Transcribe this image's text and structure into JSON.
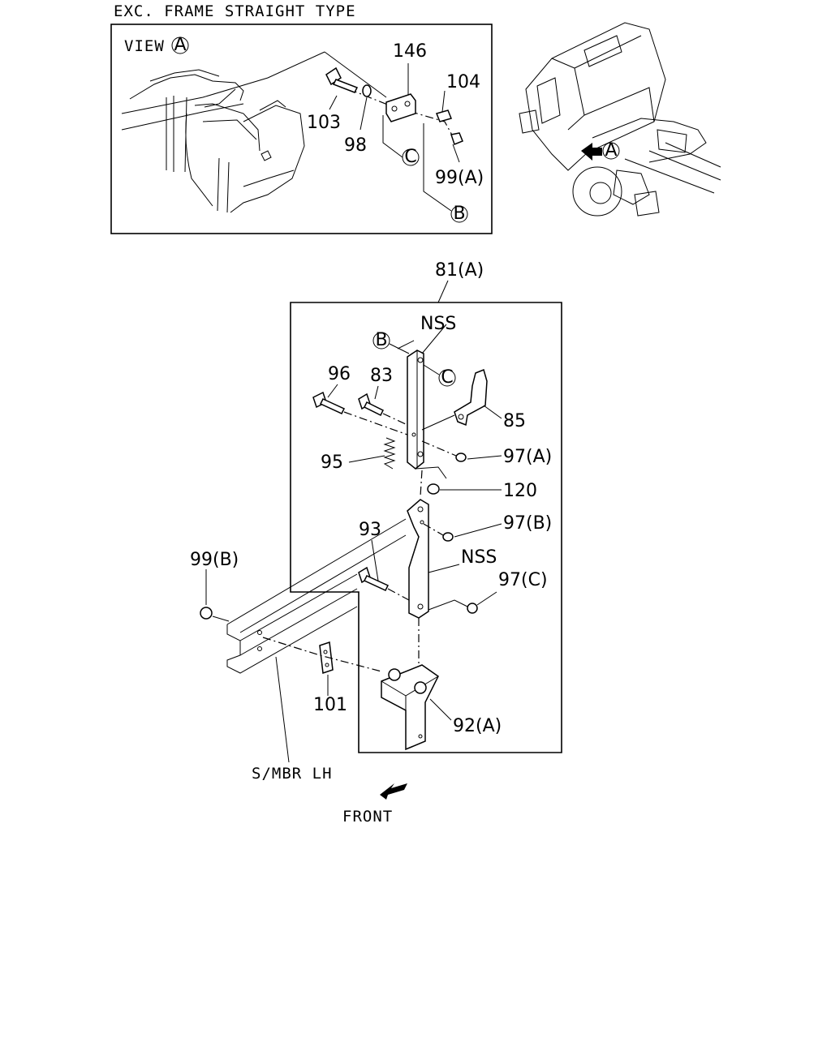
{
  "header": {
    "title": "EXC. FRAME STRAIGHT TYPE"
  },
  "view": {
    "label": "VIEW",
    "marker": "A"
  },
  "callouts": {
    "p146": "146",
    "p104": "104",
    "p103": "103",
    "p98": "98",
    "p99a": "99(A)",
    "refB_top": "B",
    "refC_top": "C",
    "p81a": "81(A)",
    "nss1": "NSS",
    "refB": "B",
    "refC": "C",
    "p96": "96",
    "p83": "83",
    "p85": "85",
    "p95": "95",
    "p97a": "97(A)",
    "p120": "120",
    "p93": "93",
    "p97b": "97(B)",
    "nss2": "NSS",
    "p97c": "97(C)",
    "p99b": "99(B)",
    "p101": "101",
    "p92a": "92(A)"
  },
  "truck_marker": "A",
  "footer": {
    "member_label": "S/MBR LH",
    "direction_label": "FRONT"
  },
  "icons": [
    "front-arrow-icon",
    "view-arrow-icon"
  ]
}
